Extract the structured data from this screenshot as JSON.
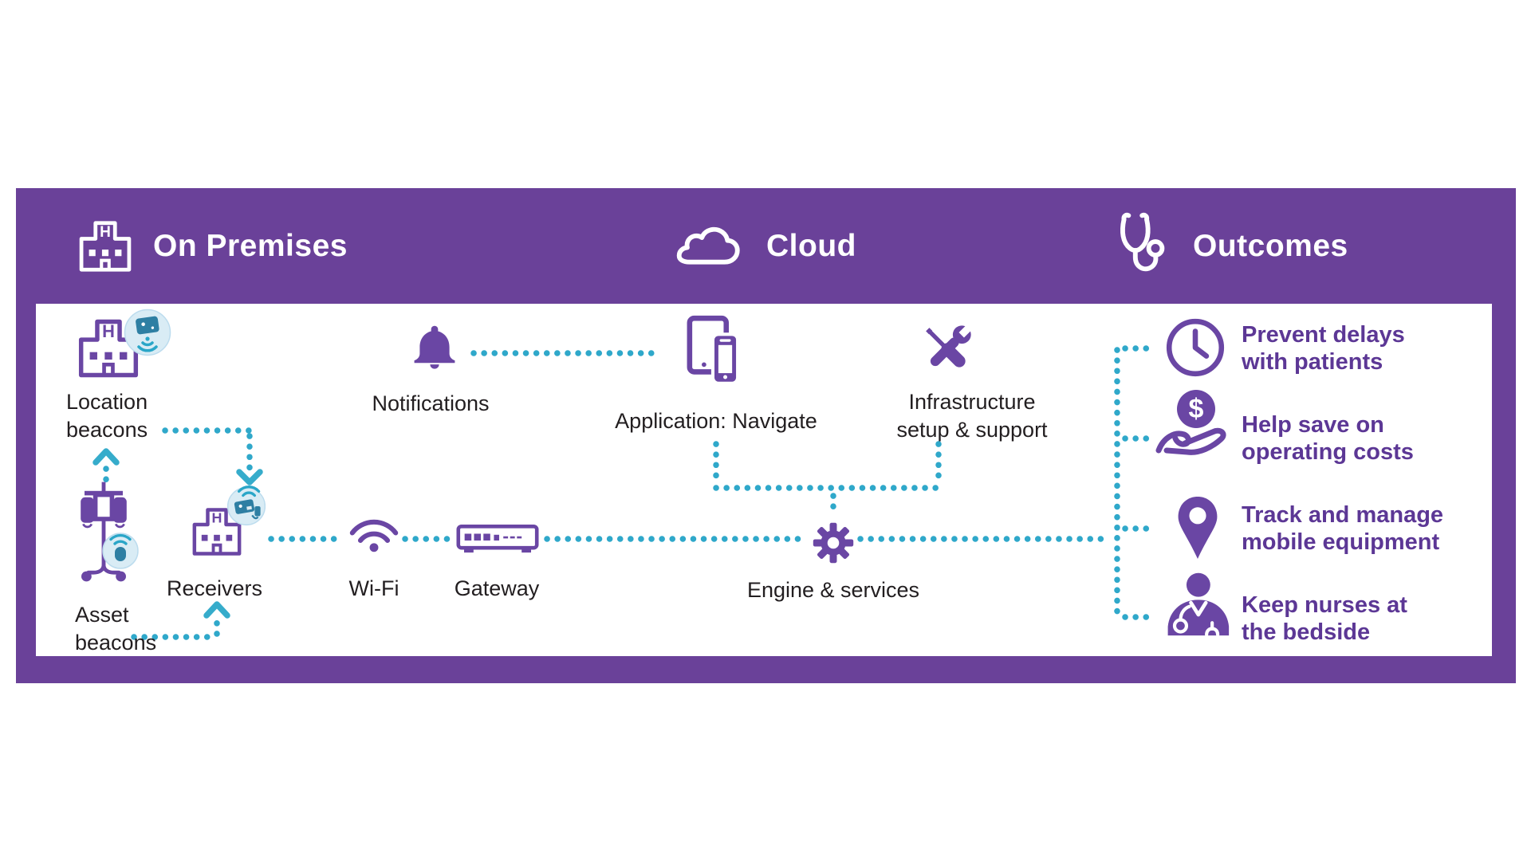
{
  "colors": {
    "purple_band": "#6A4199",
    "purple_icon": "#6A46A4",
    "outcome_text_purple": "#5C3795",
    "teal_dots": "#2FA8CA",
    "bubble_fill": "#D9ECF5",
    "bubble_device_teal": "#2E7FA3",
    "label_black": "#221E20",
    "background": "#FFFFFF"
  },
  "header": {
    "sections": [
      {
        "label": "On Premises",
        "icon": "hospital-icon"
      },
      {
        "label": "Cloud",
        "icon": "cloud-icon"
      },
      {
        "label": "Outcomes",
        "icon": "stethoscope-icon"
      }
    ]
  },
  "on_premises": {
    "location_beacons": {
      "line1": "Location",
      "line2": "beacons"
    },
    "asset_beacons": {
      "line1": "Asset",
      "line2": "beacons"
    },
    "receivers": {
      "label": "Receivers"
    },
    "wifi": {
      "label": "Wi-Fi"
    },
    "gateway": {
      "label": "Gateway"
    },
    "notifications": {
      "label": "Notifications"
    }
  },
  "cloud": {
    "application": {
      "label": "Application: Navigate"
    },
    "infrastructure": {
      "line1": "Infrastructure",
      "line2": "setup & support"
    },
    "engine": {
      "label": "Engine & services"
    }
  },
  "outcomes": [
    {
      "icon": "clock-icon",
      "line1": "Prevent delays",
      "line2": "with patients"
    },
    {
      "icon": "savings-icon",
      "line1": "Help save on",
      "line2": "operating costs"
    },
    {
      "icon": "location-pin-icon",
      "line1": "Track and manage",
      "line2": "mobile equipment"
    },
    {
      "icon": "nurse-icon",
      "line1": "Keep nurses at",
      "line2": "the bedside"
    }
  ]
}
